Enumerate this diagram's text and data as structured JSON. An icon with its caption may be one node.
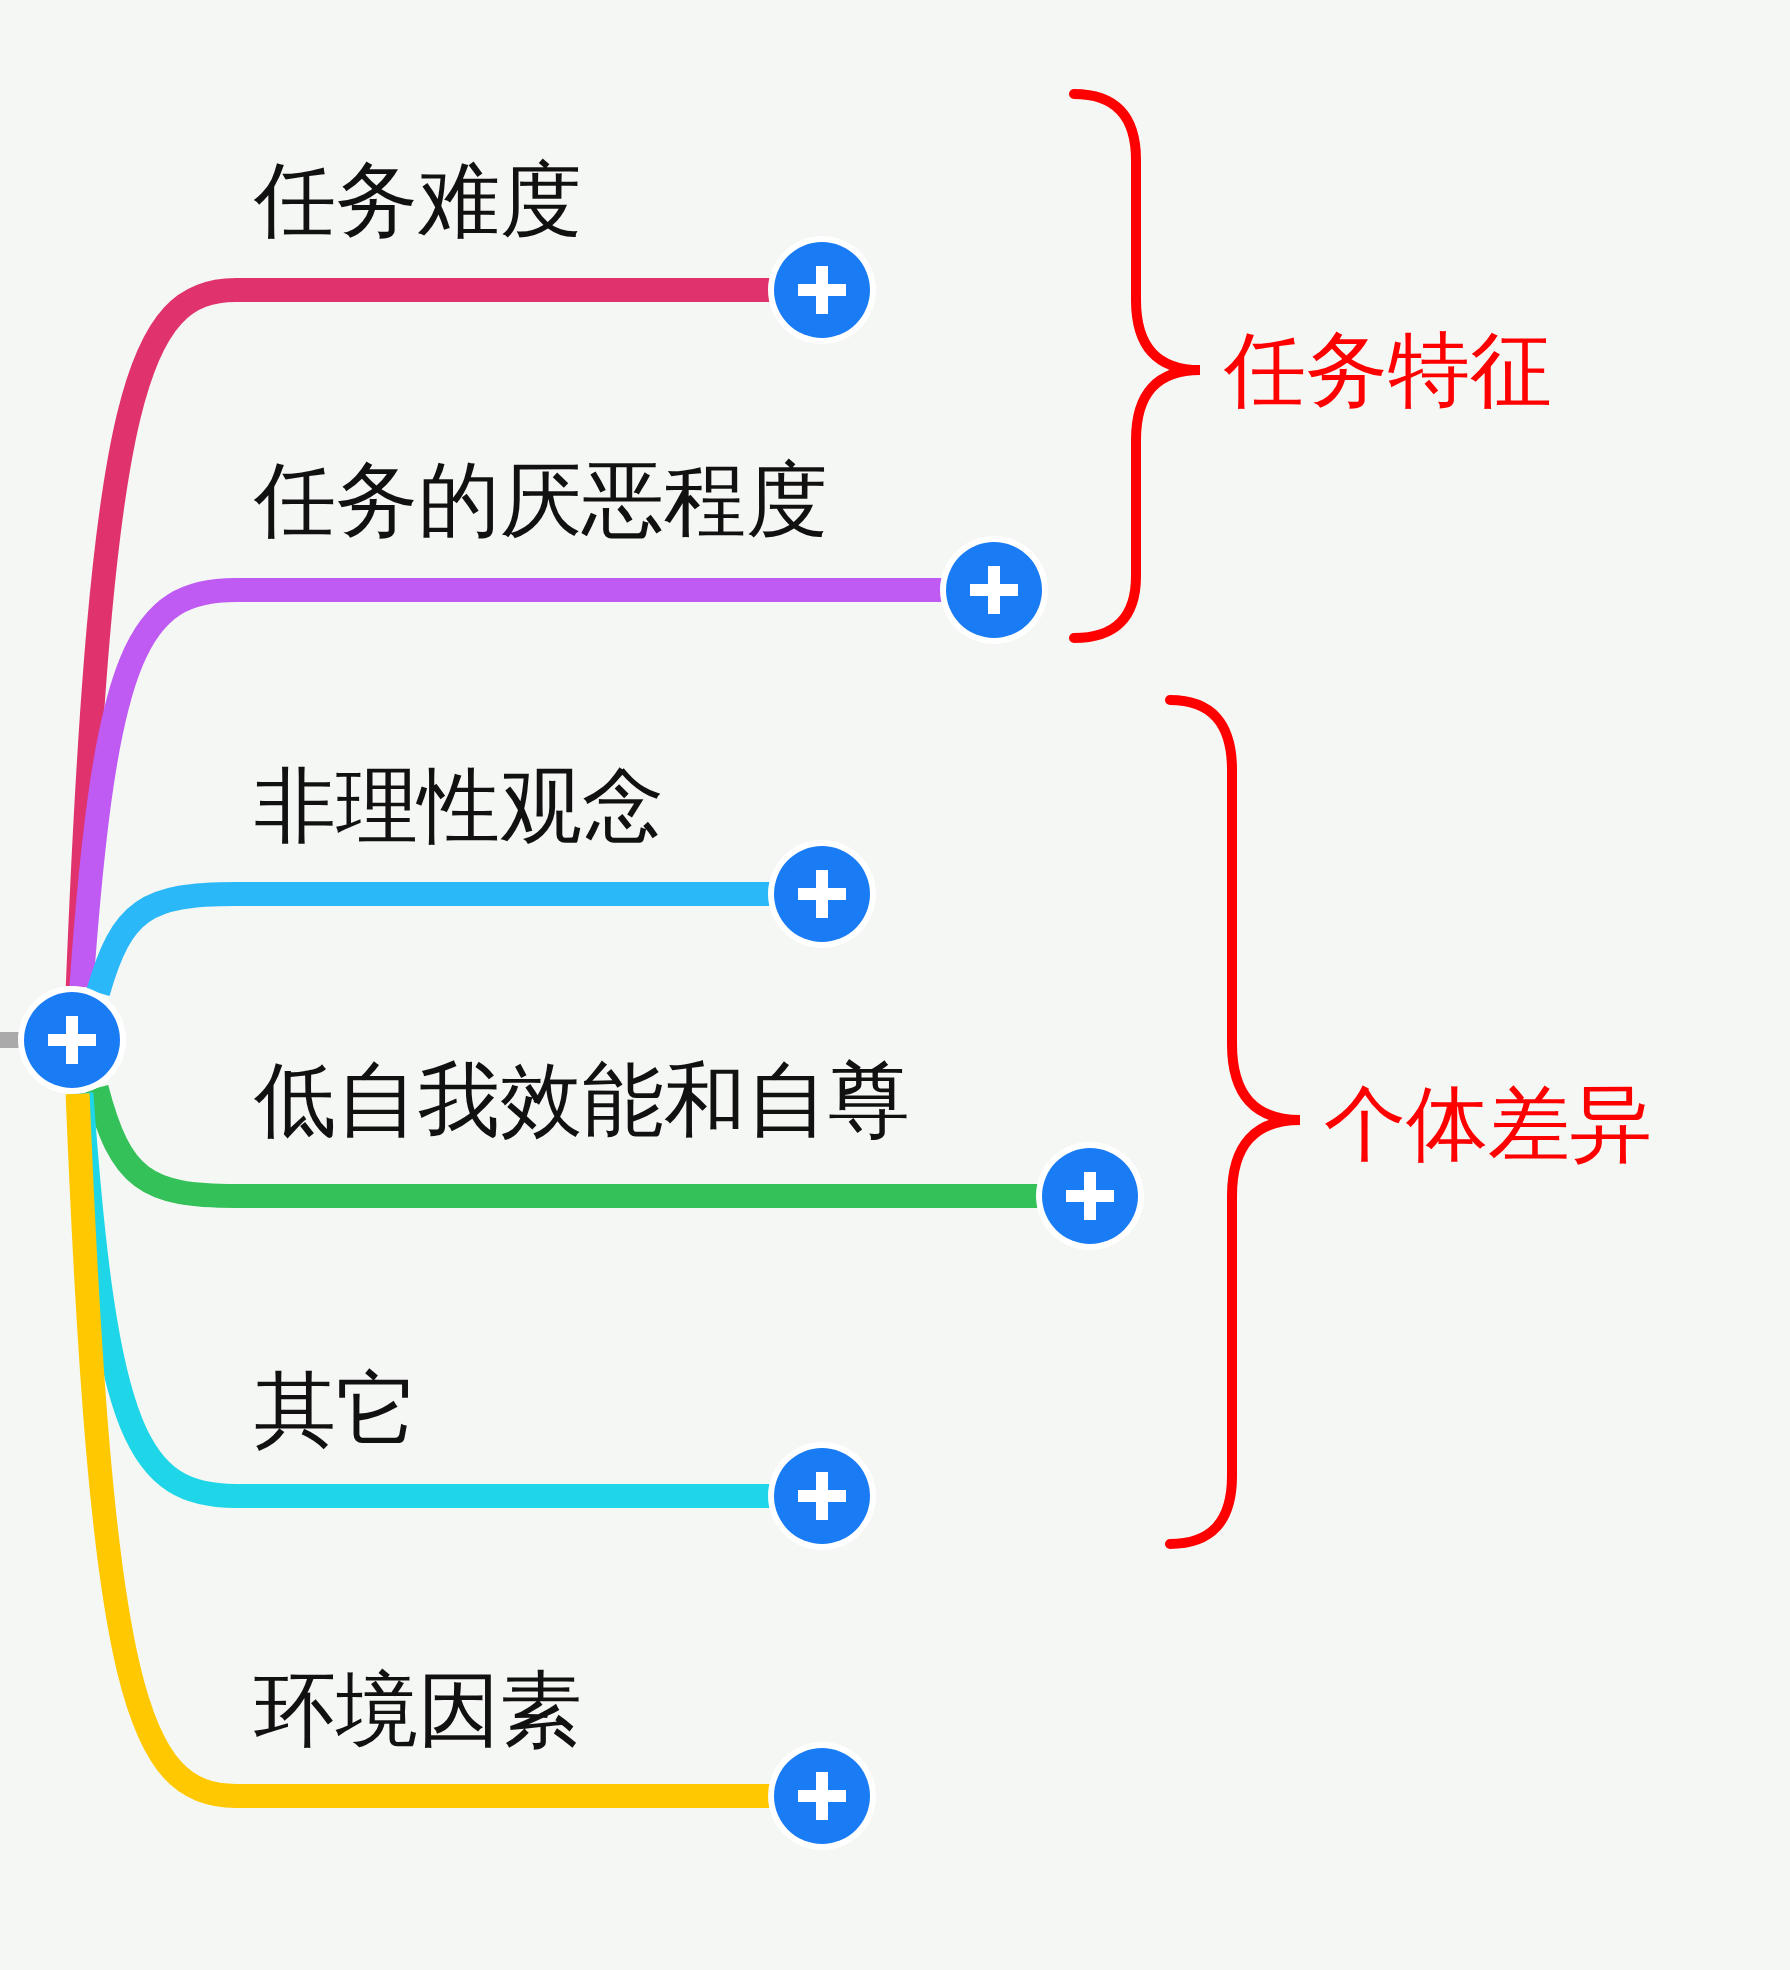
{
  "diagram": {
    "nodes": [
      {
        "text": [],
        "shape": "circle"
      },
      {
        "text": [
          "任务难度"
        ]
      },
      {
        "text": [
          "任务的厌恶程度"
        ]
      },
      {
        "text": [
          "非理性观念"
        ]
      },
      {
        "text": [
          "低自我效能和自尊"
        ]
      },
      {
        "text": [
          "其它"
        ]
      },
      {
        "text": [
          "环境因素"
        ]
      }
    ],
    "edges": [
      {
        "from": 0,
        "to": 1,
        "arrow": "none",
        "color": "#e0336e"
      },
      {
        "from": 0,
        "to": 2,
        "arrow": "none",
        "color": "#bf5af2"
      },
      {
        "from": 0,
        "to": 3,
        "arrow": "none",
        "color": "#2bb8f8"
      },
      {
        "from": 0,
        "to": 4,
        "arrow": "none",
        "color": "#34c159"
      },
      {
        "from": 0,
        "to": 5,
        "arrow": "none",
        "color": "#1ed6e8"
      },
      {
        "from": 0,
        "to": 6,
        "arrow": "none",
        "color": "#ffc800"
      }
    ],
    "labels": [
      "任务特征",
      "个体差异"
    ]
  }
}
